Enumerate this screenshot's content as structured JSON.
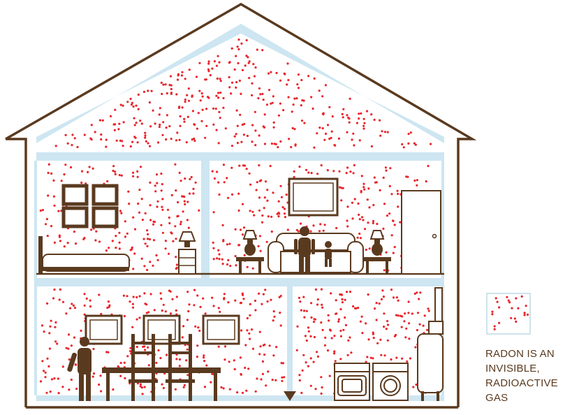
{
  "colors": {
    "wall": "#5a3a1f",
    "ceiling": "#cde6f1",
    "dot": "#e8262c",
    "white": "#ffffff"
  },
  "legend": {
    "lines": [
      "RADON IS AN",
      "INVISIBLE,",
      "RADIOACTIVE",
      "GAS"
    ]
  }
}
